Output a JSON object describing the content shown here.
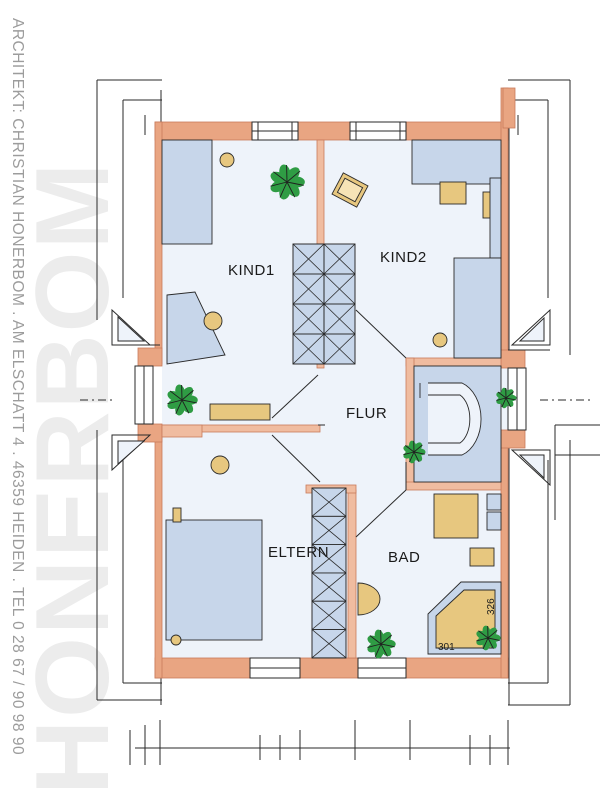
{
  "watermark": {
    "large": "HONERBOM",
    "small": "ARCHITEKT: CHRISTIAN HONERBOM . AM ELSCHATT 4 . 46359 HEIDEN . TEL 0 28 67 / 90 98 90"
  },
  "rooms": {
    "kind1": "KIND1",
    "kind2": "KIND2",
    "flur": "FLUR",
    "eltern": "ELTERN",
    "bad": "BAD"
  },
  "fixtures": {
    "tub_left": "301",
    "tub_right": "326"
  },
  "colors": {
    "wall": "#e9a582",
    "wall_stroke": "#c97b5c",
    "floor": "#eef3fa",
    "furniture": "#c7d6ea",
    "wood": "#e7c77f",
    "plant": "#2f9c44",
    "line": "#2a2a2a"
  }
}
